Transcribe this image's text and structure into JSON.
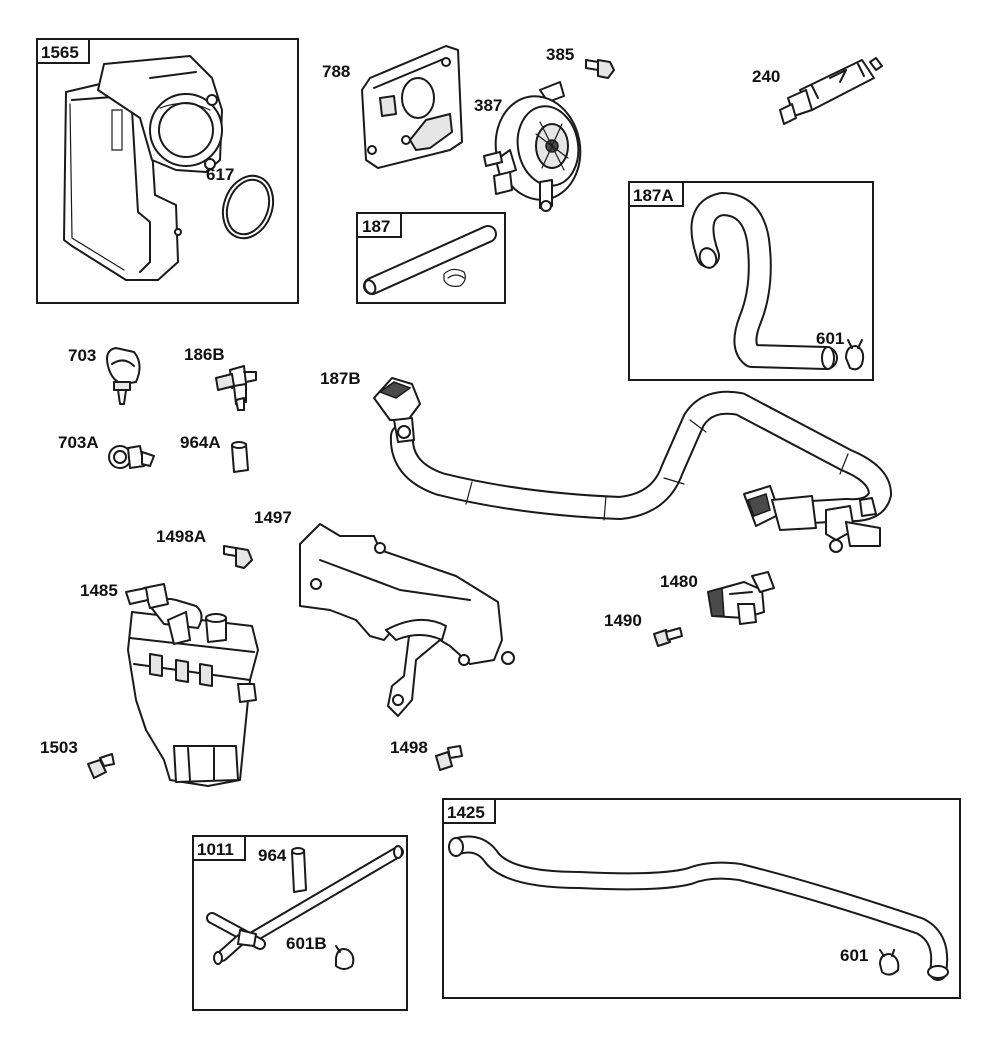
{
  "diagram": {
    "boxes": [
      {
        "id": "box-1565",
        "label": "1565"
      },
      {
        "id": "box-187",
        "label": "187"
      },
      {
        "id": "box-187A",
        "label": "187A"
      },
      {
        "id": "box-1011",
        "label": "1011"
      },
      {
        "id": "box-1425",
        "label": "1425"
      }
    ],
    "callouts": {
      "c617": "617",
      "c788": "788",
      "c385": "385",
      "c387": "387",
      "c240": "240",
      "c601a": "601",
      "c703": "703",
      "c186B": "186B",
      "c187B": "187B",
      "c703A": "703A",
      "c964A": "964A",
      "c1497": "1497",
      "c1498A": "1498A",
      "c1485": "1485",
      "c1480": "1480",
      "c1490": "1490",
      "c1503": "1503",
      "c1498": "1498",
      "c964": "964",
      "c601B": "601B",
      "c601b": "601"
    }
  }
}
